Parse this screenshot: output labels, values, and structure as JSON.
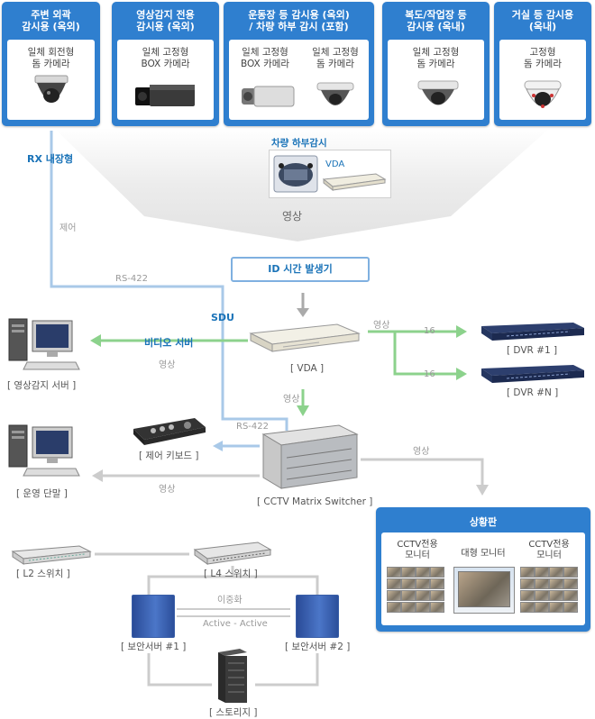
{
  "cameras": [
    {
      "title": "주변 외곽\n감시용 (옥외)",
      "items": [
        {
          "label": "일체 회전형\n돔 카메라",
          "icon": "ptz-dome-camera-icon"
        }
      ]
    },
    {
      "title": "영상감지 전용\n감시용 (옥외)",
      "items": [
        {
          "label": "일체 고정형\nBOX 카메라",
          "icon": "box-camera-icon"
        }
      ]
    },
    {
      "title": "운동장 등 감시용 (옥외)\n/ 차량 하부 감시 (포함)",
      "items": [
        {
          "label": "일체 고정형\nBOX 카메라",
          "icon": "box-camera-icon"
        },
        {
          "label": "일체 고정형\n돔 카메라",
          "icon": "dome-camera-icon"
        }
      ]
    },
    {
      "title": "복도/작업장 등\n감시용 (옥내)",
      "items": [
        {
          "label": "일체 고정형\n돔 카메라",
          "icon": "dome-camera-icon"
        }
      ]
    },
    {
      "title": "거실 등 감시용\n(옥내)",
      "items": [
        {
          "label": "고정형\n돔 카메라",
          "icon": "ir-dome-camera-icon"
        }
      ]
    }
  ],
  "labels": {
    "rx": "RX 내장형",
    "control": "제어",
    "vehicle_under": "차량 하부감시",
    "vda_small": "VDA",
    "video_big": "영상",
    "id_time": "ID 시간 발생기",
    "rs422_top": "RS-422",
    "sdu": "SDU",
    "video_server": "비디오 서버",
    "video_left1": "영상",
    "video_right_top": "영상",
    "count_16_a": "16",
    "count_16_b": "16",
    "vda": "[ VDA ]",
    "dvr1": "[ DVR #1 ]",
    "dvrn": "[ DVR #N ]",
    "video_mid": "영상",
    "rs422_mid": "RS-422",
    "keyboard": "[ 제어 키보드 ]",
    "video_left2": "영상",
    "matrix": "[ CCTV Matrix Switcher ]",
    "video_right_mid": "영상",
    "video_server_pc": "[ 영상감지 서버 ]",
    "terminal": "[ 운영 단말 ]",
    "l2": "[ L2 스위치 ]",
    "l4": "[ L4 스위치 ]",
    "redundancy": "이중화",
    "active_active": "Active - Active",
    "sec1": "[ 보안서버 #1 ]",
    "sec2": "[ 보안서버 #2 ]",
    "storage": "[ 스토리지 ]"
  },
  "situation": {
    "title": "상황판",
    "monitor_left": "CCTV전용\n모니터",
    "monitor_center": "대형 모니터",
    "monitor_right": "CCTV전용\n모니터"
  },
  "colors": {
    "box_blue": "#2f7fcf",
    "line_blue": "#a9c9e8",
    "arrow_green": "#8cd28c",
    "arrow_grey": "#aaaaaa",
    "text_blue": "#1a73b8"
  }
}
